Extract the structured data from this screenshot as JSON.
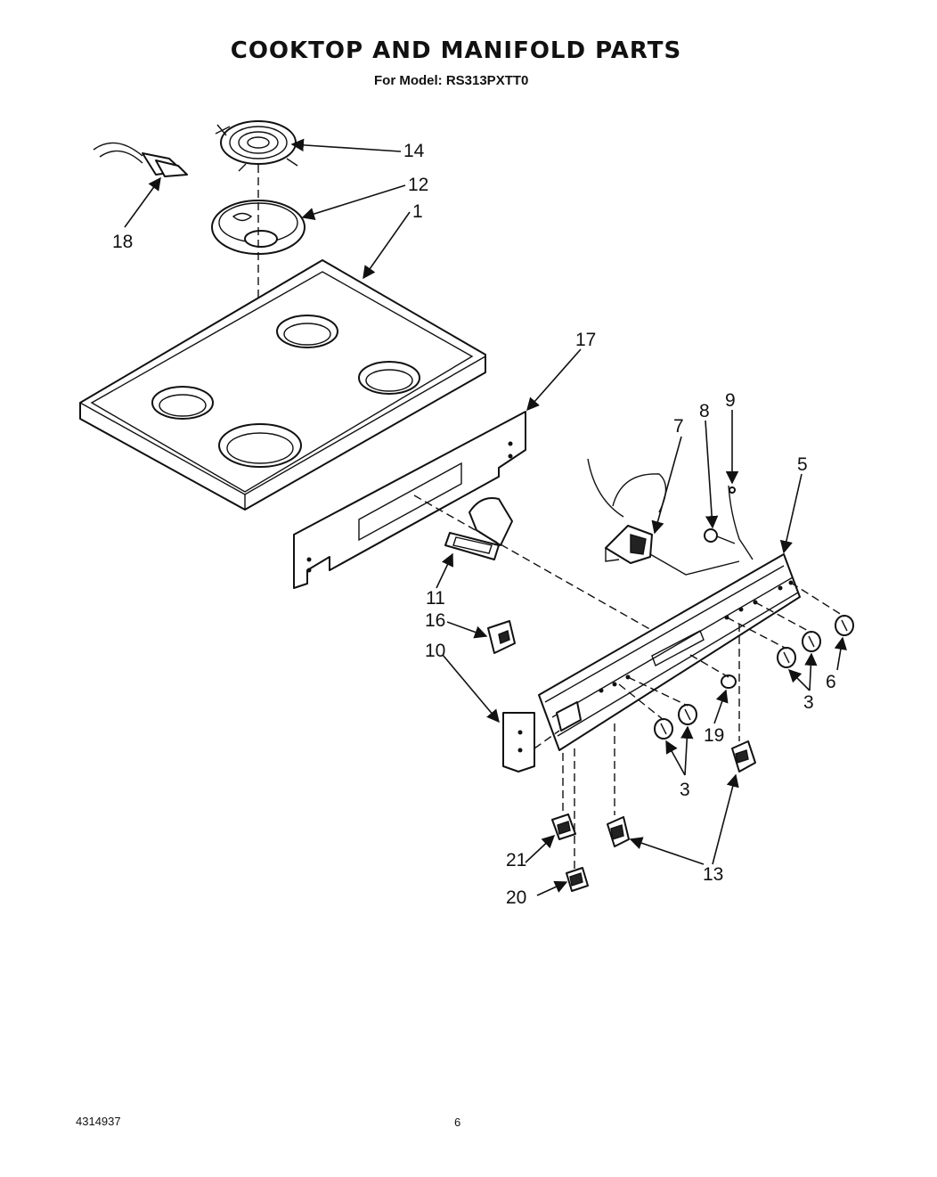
{
  "header": {
    "title": "COOKTOP AND MANIFOLD PARTS",
    "model_line": "For Model: RS313PXTT0"
  },
  "footer": {
    "doc_number": "4314937",
    "page_number": "6"
  },
  "callouts": {
    "c1": "1",
    "c3a": "3",
    "c3b": "3",
    "c5": "5",
    "c6": "6",
    "c7": "7",
    "c8": "8",
    "c9": "9",
    "c10": "10",
    "c11": "11",
    "c12": "12",
    "c13": "13",
    "c14": "14",
    "c16": "16",
    "c17": "17",
    "c18": "18",
    "c19": "19",
    "c20": "20",
    "c21": "21"
  }
}
